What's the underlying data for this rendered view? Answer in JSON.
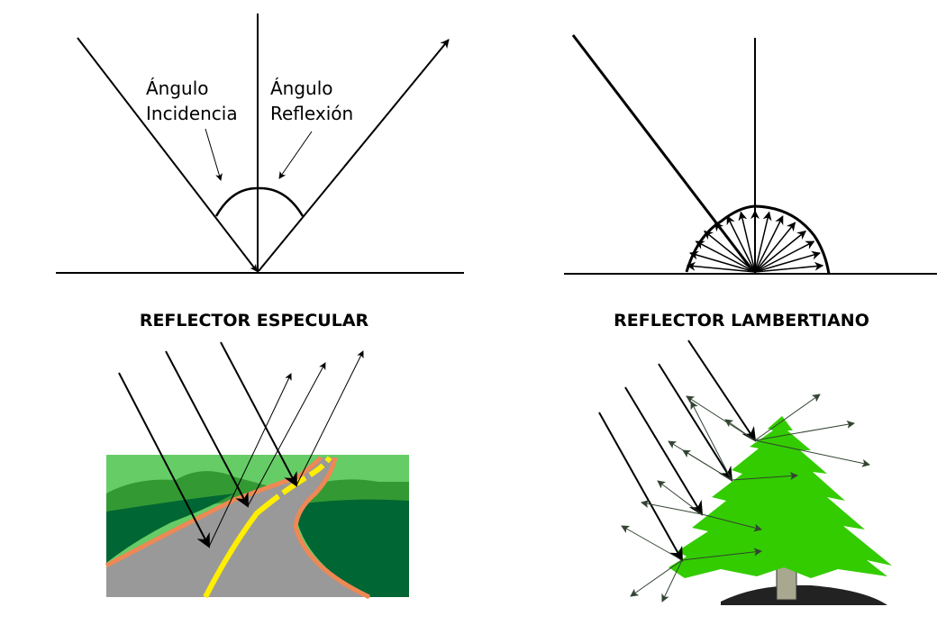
{
  "specular": {
    "incidence_label": [
      "Ángulo",
      "Incidencia"
    ],
    "reflection_label": [
      "Ángulo",
      "Reflexión"
    ],
    "title": "REFLECTOR ESPECULAR"
  },
  "lambertian": {
    "title": "REFLECTOR LAMBERTIANO",
    "scatter_ray_count": 15
  },
  "colors": {
    "ink": "#000000",
    "grass_light": "#66cc66",
    "grass_mid": "#339933",
    "grass_dark": "#006633",
    "road": "#999999",
    "road_edge": "#ee8855",
    "road_center": "#ffee00",
    "tree": "#33cc00",
    "trunk": "#a8a890",
    "ground_shadow": "#222222",
    "scatter_arrow": "#334433"
  }
}
